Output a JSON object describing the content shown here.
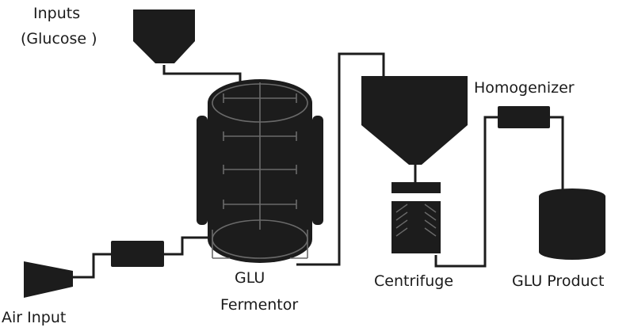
{
  "labels": {
    "inputs_line1": "Inputs",
    "inputs_line2": "(Glucose )",
    "homogenizer": "Homogenizer",
    "glu_line1": "GLU",
    "glu_line2": "Fermentor",
    "centrifuge": "Centrifuge",
    "glu_product": "GLU Product",
    "air_input": "Air Input"
  },
  "colors": {
    "equipment": "#1c1c1c",
    "pipe": "#1c1c1c",
    "detail": "#6a6a6a",
    "text": "#1a1a1a"
  }
}
